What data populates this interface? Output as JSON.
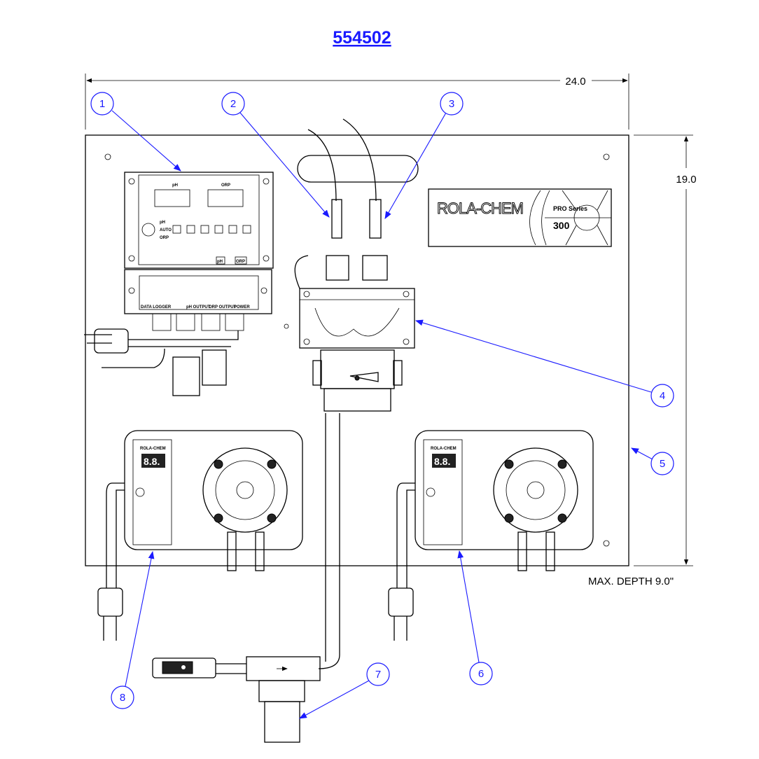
{
  "title": "554502",
  "dimensions": {
    "width": "24.0",
    "height": "19.0",
    "depth_note": "MAX. DEPTH 9.0\""
  },
  "balloons": [
    "1",
    "2",
    "3",
    "4",
    "5",
    "6",
    "7",
    "8"
  ],
  "logo": {
    "brand": "ROLA-CHEM",
    "series": "PRO Series",
    "model": "300"
  },
  "controller": {
    "left_display": "pH",
    "right_display": "ORP",
    "modes": [
      "pH",
      "AUTO",
      "ORP"
    ],
    "port_ph": "pH",
    "port_orp": "ORP",
    "bottom_labels": [
      "DATA LOGGER",
      "pH OUTPUT",
      "ORP OUTPUT",
      "POWER"
    ]
  },
  "pumps": {
    "brand": "ROLA-CHEM",
    "display": "8.8.",
    "colors": {
      "lines": "#000000",
      "callouts": "#1a1aff"
    }
  }
}
